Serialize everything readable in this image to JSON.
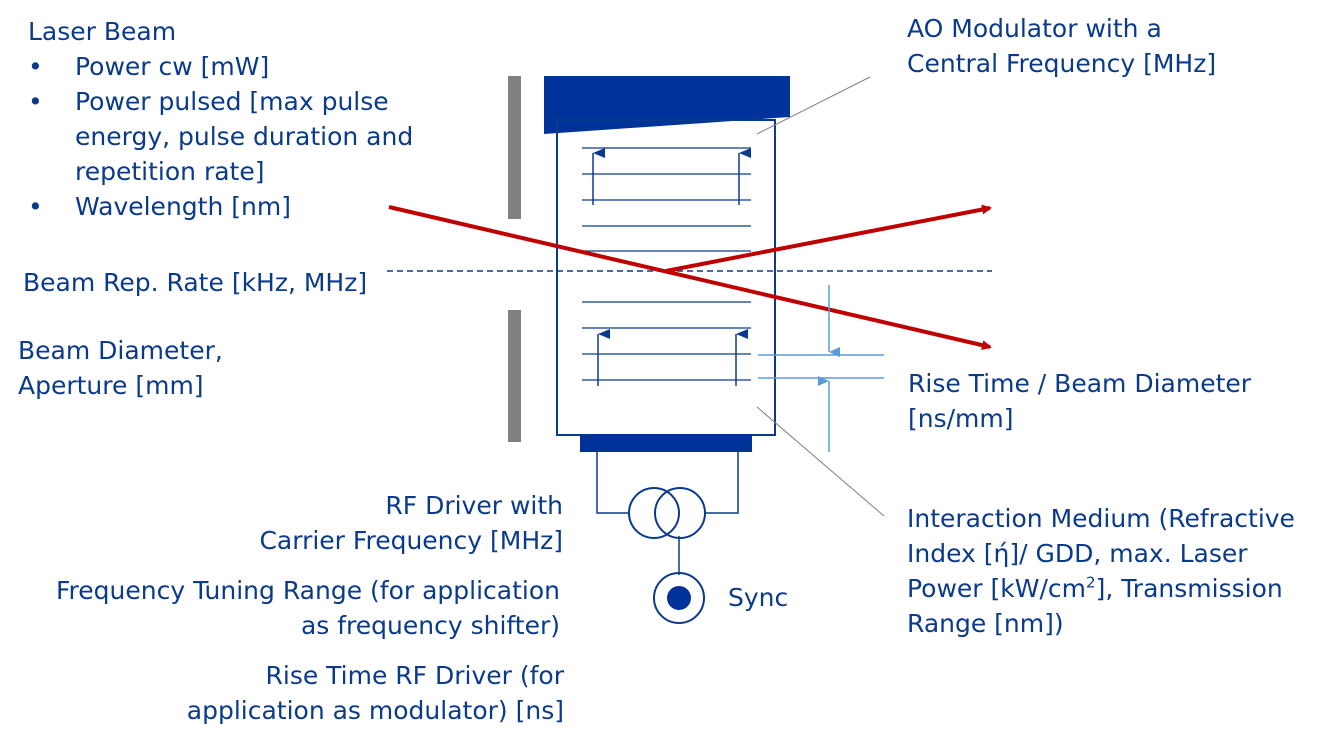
{
  "laser_beam": {
    "title": "Laser Beam",
    "bullets": [
      {
        "label": "Power cw [mW]"
      },
      {
        "label": "Power pulsed [max pulse",
        "cont1": "energy, pulse duration and",
        "cont2": "repetition rate]"
      },
      {
        "label": "Wavelength [nm]"
      }
    ],
    "bullet_symbol": "•"
  },
  "beam_rep_rate": "Beam Rep. Rate [kHz, MHz]",
  "beam_diameter": {
    "line1": "Beam Diameter,",
    "line2": "Aperture [mm]"
  },
  "ao_modulator": {
    "line1": "AO Modulator with a",
    "line2": "Central Frequency [MHz]"
  },
  "rise_time_beam": {
    "line1": "Rise Time / Beam Diameter",
    "line2": "[ns/mm]"
  },
  "interaction_medium": {
    "line1": "Interaction Medium (Refractive",
    "line2": "Index [ή]/ GDD, max. Laser",
    "line3_pre": "Power [kW/cm",
    "line3_sup": "2",
    "line3_post": "], Transmission",
    "line4": "Range [nm])"
  },
  "rf_driver": {
    "line1": "RF Driver with",
    "line2": "Carrier Frequency [MHz]"
  },
  "freq_tuning": {
    "line1": "Frequency Tuning Range (for application",
    "line2": "as frequency shifter)"
  },
  "rise_time_rf": {
    "line1": "Rise Time RF Driver (for",
    "line2": "application as modulator) [ns]"
  },
  "sync": "Sync",
  "colors": {
    "text": "#0a3a8c",
    "navy": "#003399",
    "beam": "#c00000",
    "gray": "#808080",
    "light_blue": "#5b9bd5"
  }
}
